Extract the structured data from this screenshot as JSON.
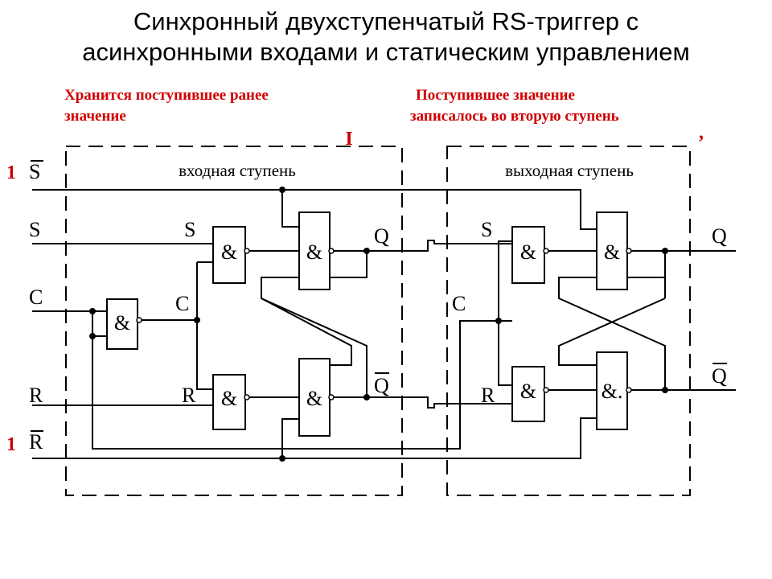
{
  "title": {
    "line1": "Синхронный двухступенчатый RS-триггер с",
    "line2": "асинхронными входами и статическим управлением"
  },
  "notes": {
    "left_line1": "Хранится поступившее ранее",
    "left_line2": "значение",
    "right_line1": "Поступившее значение",
    "right_line2": "записалось во вторую ступень"
  },
  "stages": {
    "input": "входная ступень",
    "output": "выходная ступень"
  },
  "gate_symbol": "&",
  "gate_symbol_out": "&.",
  "signals": {
    "s": "S",
    "c": "C",
    "r": "R",
    "q": "Q",
    "s_bar": "S",
    "r_bar": "R",
    "q_bar": "Q"
  },
  "values": {
    "s_bar_value": "1",
    "r_bar_value": "1",
    "mark_left": "I",
    "mark_right": ","
  },
  "colors": {
    "accent": "#d00000",
    "lines": "#000000"
  }
}
